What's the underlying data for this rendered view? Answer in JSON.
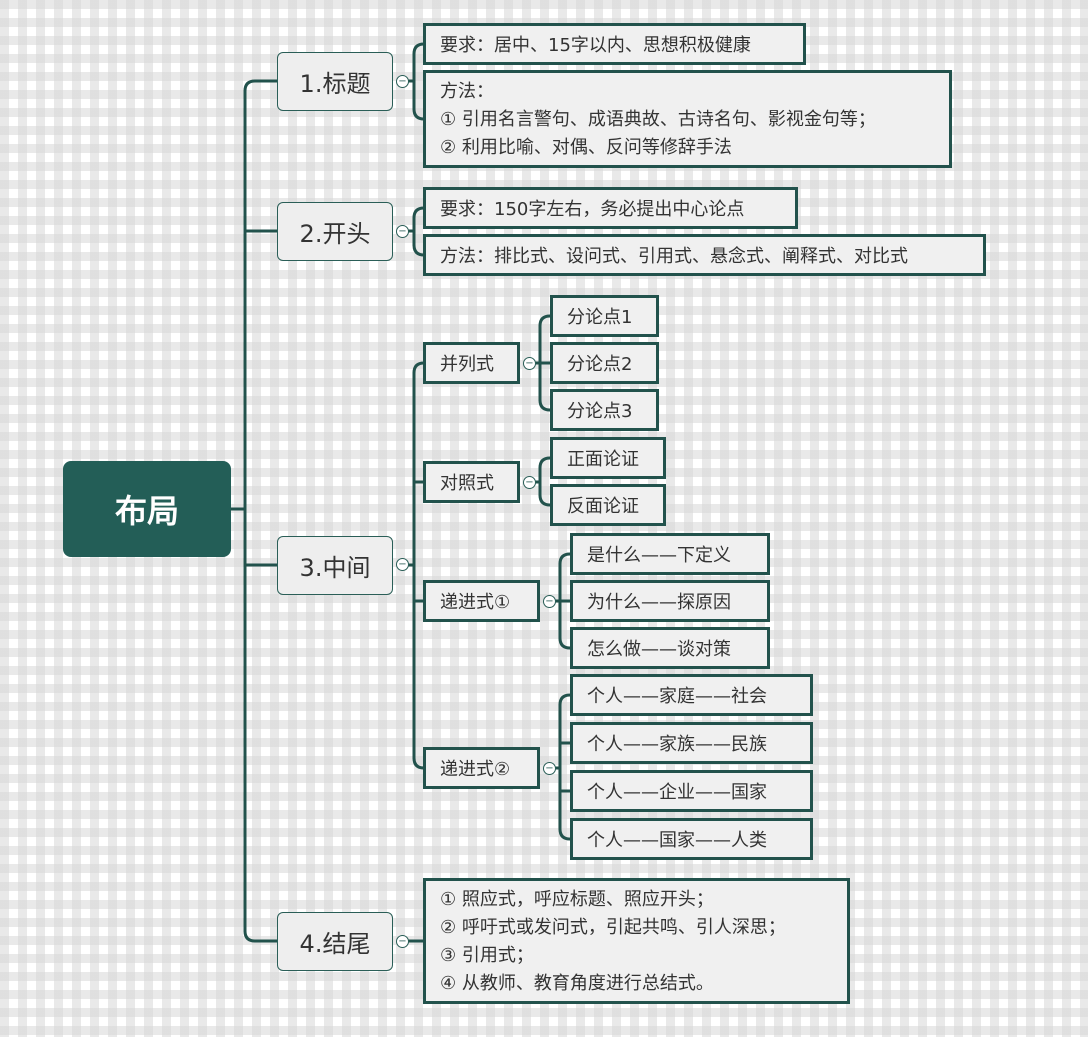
{
  "root": {
    "label": "布局"
  },
  "branches": [
    {
      "label": "1.标题",
      "children": [
        {
          "lines": [
            "要求：居中、15字以内、思想积极健康"
          ]
        },
        {
          "lines": [
            "方法：",
            "① 引用名言警句、成语典故、古诗名句、影视金句等；",
            "② 利用比喻、对偶、反问等修辞手法"
          ]
        }
      ]
    },
    {
      "label": "2.开头",
      "children": [
        {
          "lines": [
            "要求：150字左右，务必提出中心论点"
          ]
        },
        {
          "lines": [
            "方法：排比式、设问式、引用式、悬念式、阐释式、对比式"
          ]
        }
      ]
    },
    {
      "label": "3.中间",
      "children": [
        {
          "label": "并列式",
          "children": [
            "分论点1",
            "分论点2",
            "分论点3"
          ]
        },
        {
          "label": "对照式",
          "children": [
            "正面论证",
            "反面论证"
          ]
        },
        {
          "label": "递进式①",
          "children": [
            "是什么——下定义",
            "为什么——探原因",
            "怎么做——谈对策"
          ]
        },
        {
          "label": "递进式②",
          "children": [
            "个人——家庭——社会",
            "个人——家族——民族",
            "个人——企业——国家",
            "个人——国家——人类"
          ]
        }
      ]
    },
    {
      "label": "4.结尾",
      "children": [
        {
          "lines": [
            "① 照应式，呼应标题、照应开头；",
            "② 呼吁式或发问式，引起共鸣、引人深思；",
            "③ 引用式；",
            "④ 从教师、教育角度进行总结式。"
          ]
        }
      ]
    }
  ],
  "collapse_symbol": "−",
  "colors": {
    "root_fill": "#235e57",
    "line": "#22524c",
    "node_fill": "#f0f0f0",
    "text": "#333333"
  }
}
